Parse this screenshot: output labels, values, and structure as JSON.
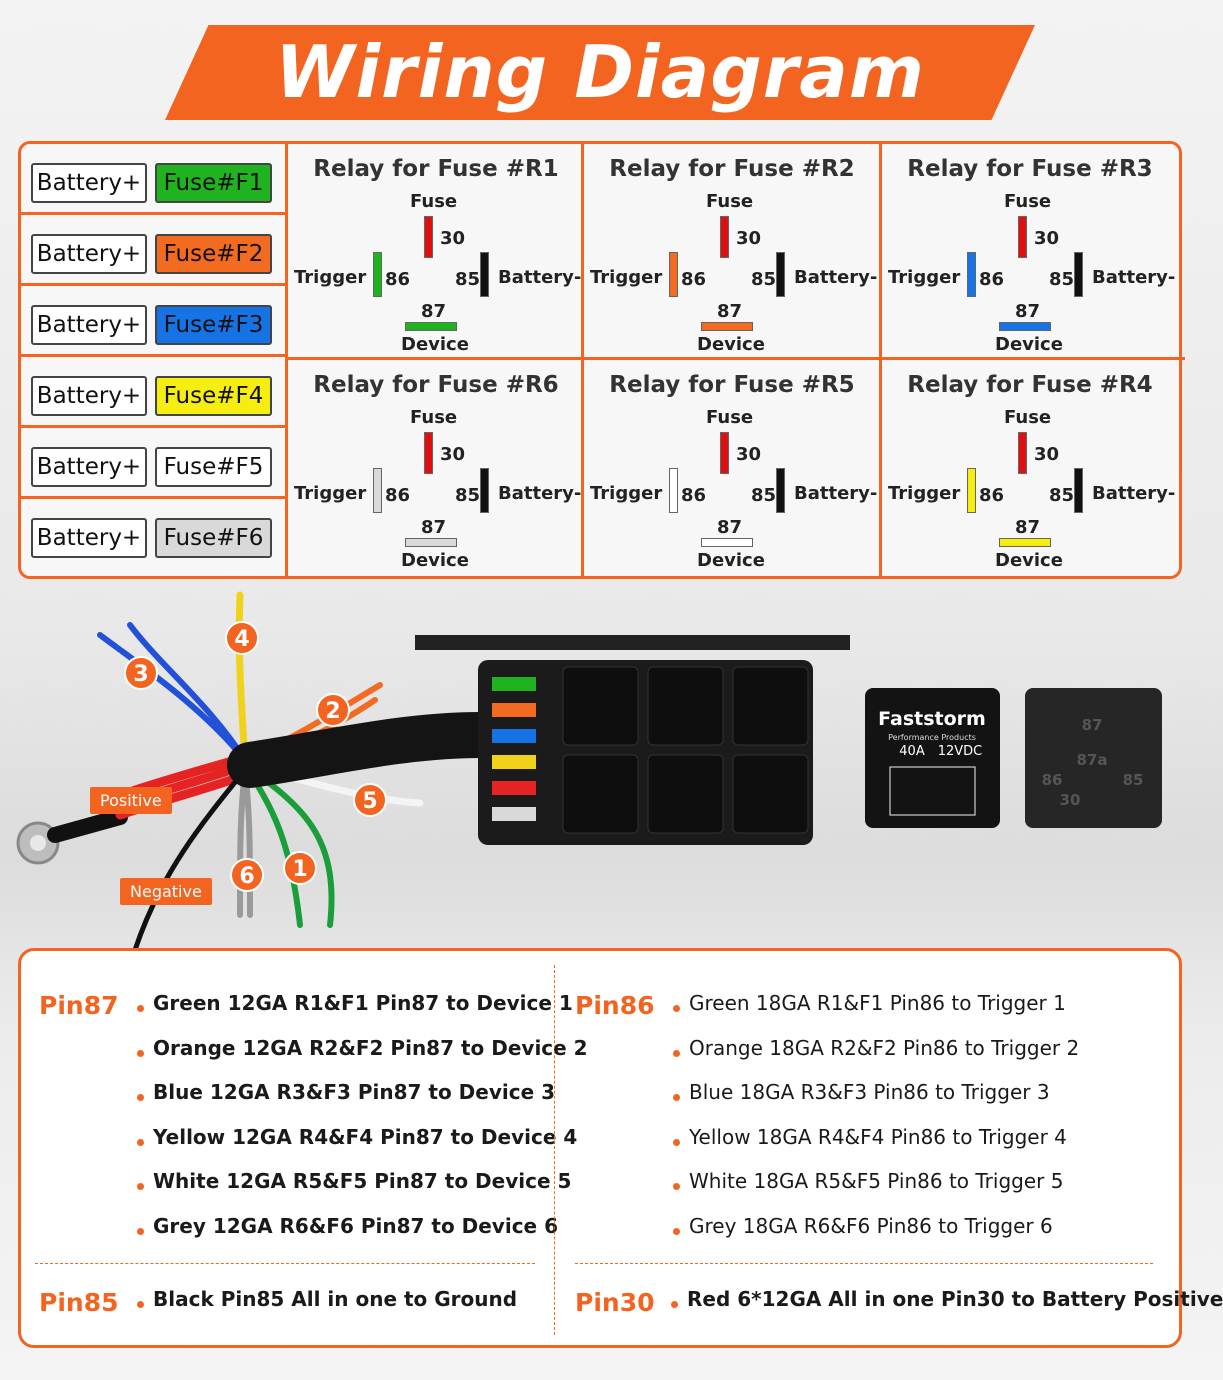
{
  "title": "Wiring Diagram",
  "fuses": [
    {
      "battery": "Battery+",
      "fuse": "Fuse#F1",
      "color": "#1fb41f"
    },
    {
      "battery": "Battery+",
      "fuse": "Fuse#F2",
      "color": "#f26b21"
    },
    {
      "battery": "Battery+",
      "fuse": "Fuse#F3",
      "color": "#1673e6"
    },
    {
      "battery": "Battery+",
      "fuse": "Fuse#F4",
      "color": "#f5ee10"
    },
    {
      "battery": "Battery+",
      "fuse": "Fuse#F5",
      "color": "#ffffff"
    },
    {
      "battery": "Battery+",
      "fuse": "Fuse#F6",
      "color": "#d9d9d9"
    }
  ],
  "relays": [
    {
      "title": "Relay for Fuse #R1",
      "color": "#1fb41f"
    },
    {
      "title": "Relay for Fuse #R2",
      "color": "#f26b21"
    },
    {
      "title": "Relay for Fuse #R3",
      "color": "#1673e6"
    },
    {
      "title": "Relay for Fuse #R6",
      "color": "#d9d9d9"
    },
    {
      "title": "Relay for Fuse #R5",
      "color": "#ffffff"
    },
    {
      "title": "Relay for Fuse #R4",
      "color": "#f5ee10"
    }
  ],
  "relay_labels": {
    "fuse": "Fuse",
    "pin30": "30",
    "trigger": "Trigger",
    "pin86": "86",
    "pin85": "85",
    "battery_minus": "Battery-",
    "pin87": "87",
    "device": "Device"
  },
  "colors": {
    "accent": "#f2641f",
    "pin30": "#e01010",
    "pin85": "#111111"
  },
  "photo": {
    "wire_numbers": [
      "1",
      "2",
      "3",
      "4",
      "5",
      "6"
    ],
    "positive": "Positive",
    "negative": "Negative",
    "brand": "Faststorm",
    "brand_sub": "Performance Products",
    "relay_spec_a": "40A",
    "relay_spec_b": "12VDC",
    "socket_pins": [
      "87",
      "87a",
      "86",
      "85",
      "30"
    ]
  },
  "pin87": {
    "head": "Pin87",
    "items": [
      "Green 12GA R1&F1 Pin87 to Device 1",
      "Orange 12GA R2&F2 Pin87 to Device 2",
      "Blue 12GA R3&F3 Pin87 to Device 3",
      "Yellow 12GA R4&F4 Pin87 to Device 4",
      "White 12GA R5&F5 Pin87 to Device 5",
      "Grey 12GA R6&F6 Pin87 to Device 6"
    ]
  },
  "pin86": {
    "head": "Pin86",
    "items": [
      "Green 18GA R1&F1 Pin86 to Trigger 1",
      "Orange 18GA R2&F2 Pin86 to Trigger 2",
      "Blue 18GA R3&F3 Pin86 to Trigger 3",
      "Yellow 18GA R4&F4 Pin86 to Trigger 4",
      "White 18GA R5&F5 Pin86 to Trigger 5",
      "Grey 18GA R6&F6 Pin86 to Trigger 6"
    ]
  },
  "pin85": {
    "head": "Pin85",
    "item": "Black Pin85 All in one to Ground"
  },
  "pin30": {
    "head": "Pin30",
    "item": "Red 6*12GA All in one Pin30 to Battery Positive"
  }
}
